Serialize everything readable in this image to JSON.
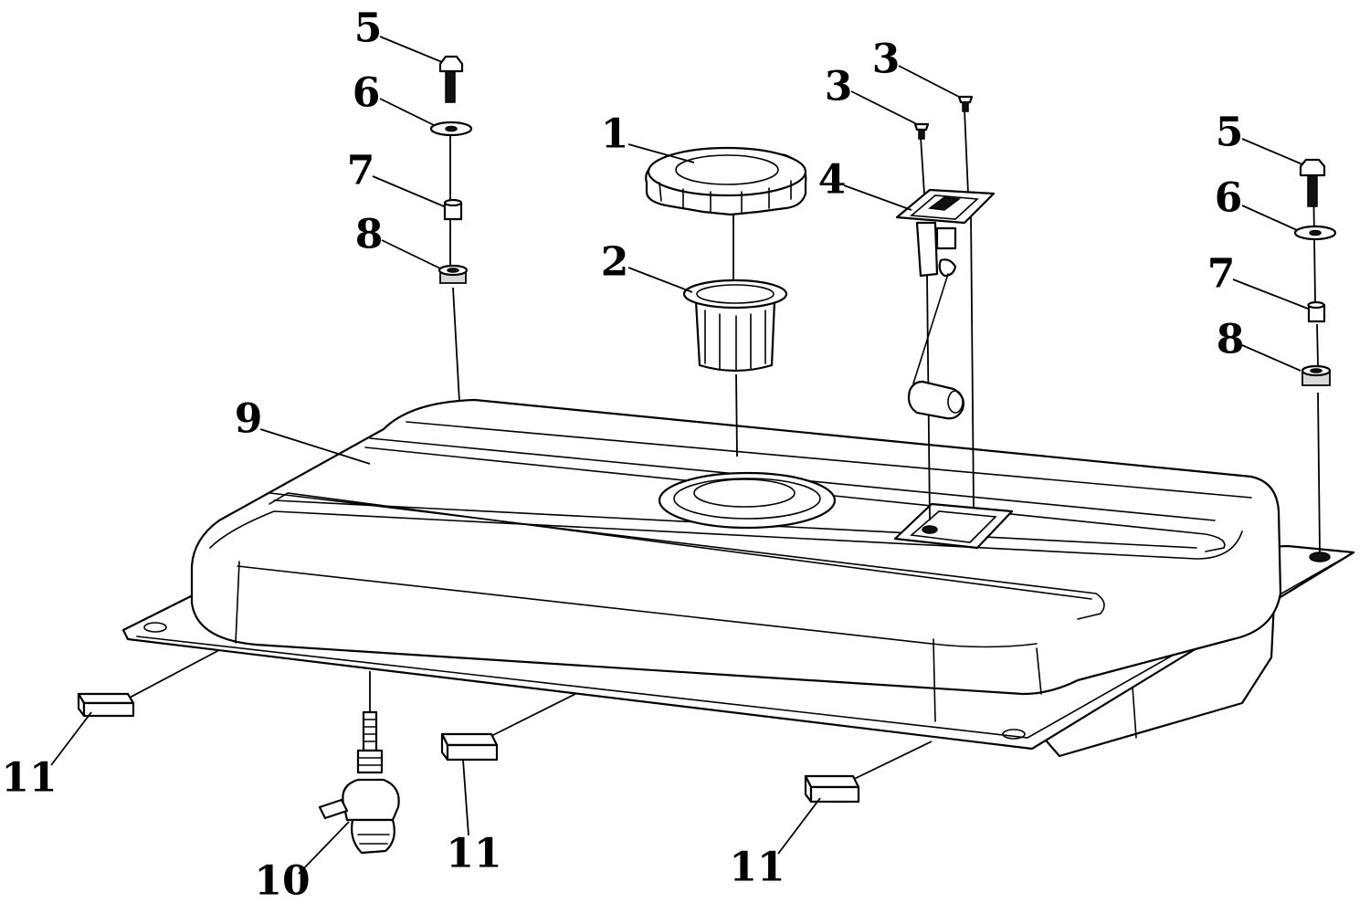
{
  "diagram": {
    "callouts": [
      {
        "id": "c1",
        "text": "1"
      },
      {
        "id": "c2",
        "text": "2"
      },
      {
        "id": "c3a",
        "text": "3"
      },
      {
        "id": "c3b",
        "text": "3"
      },
      {
        "id": "c4",
        "text": "4"
      },
      {
        "id": "c5l",
        "text": "5"
      },
      {
        "id": "c6l",
        "text": "6"
      },
      {
        "id": "c7l",
        "text": "7"
      },
      {
        "id": "c8l",
        "text": "8"
      },
      {
        "id": "c5r",
        "text": "5"
      },
      {
        "id": "c6r",
        "text": "6"
      },
      {
        "id": "c7r",
        "text": "7"
      },
      {
        "id": "c8r",
        "text": "8"
      },
      {
        "id": "c9",
        "text": "9"
      },
      {
        "id": "c10",
        "text": "10"
      },
      {
        "id": "c11a",
        "text": "11"
      },
      {
        "id": "c11b",
        "text": "11"
      },
      {
        "id": "c11c",
        "text": "11"
      }
    ]
  }
}
